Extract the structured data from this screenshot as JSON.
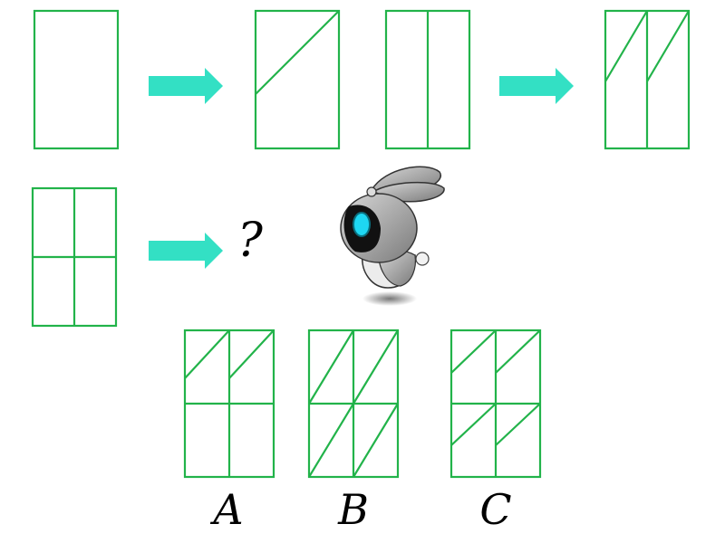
{
  "question_mark": "?",
  "options": [
    {
      "letter": "A"
    },
    {
      "letter": "B"
    },
    {
      "letter": "C"
    }
  ],
  "colors": {
    "line": "#22b34a",
    "arrow": "#33e0c4",
    "text": "#000000"
  },
  "icons": {
    "arrow": "right-arrow-icon",
    "mascot": "robot-mascot-icon"
  }
}
